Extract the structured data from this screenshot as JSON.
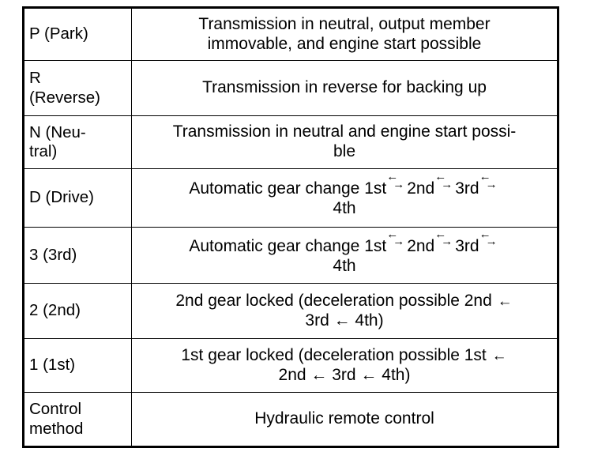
{
  "table": {
    "rows": [
      {
        "position": "P (Park)",
        "description_lines": [
          "Transmission in neutral, output member",
          "immovable, and engine start possible"
        ],
        "arrow_style": "none"
      },
      {
        "position_lines": [
          "R",
          "(Reverse)"
        ],
        "description_lines": [
          "Transmission in reverse for backing up"
        ],
        "arrow_style": "none"
      },
      {
        "position_lines": [
          "N (Neu-",
          "tral)"
        ],
        "description_lines": [
          "Transmission in neutral and engine start possi-",
          "ble"
        ],
        "arrow_style": "none"
      },
      {
        "position": "D (Drive)",
        "arrow_style": "bidirectional",
        "sequence_label": "Automatic gear change",
        "sequence": [
          "1st",
          "2nd",
          "3rd",
          "4th"
        ],
        "trailing_line": "4th"
      },
      {
        "position": "3 (3rd)",
        "arrow_style": "bidirectional",
        "sequence_label": "Automatic gear change",
        "sequence": [
          "1st",
          "2nd",
          "3rd",
          "4th"
        ],
        "trailing_line": "4th"
      },
      {
        "position": "2 (2nd)",
        "arrow_style": "left",
        "lock_prefix": "2nd gear locked (deceleration possible 2nd",
        "decel_sequence": [
          "2nd",
          "3rd",
          "4th"
        ],
        "trailing_line": "3rd ← 4th)"
      },
      {
        "position": "1 (1st)",
        "arrow_style": "left",
        "lock_prefix": "1st gear locked (deceleration possible 1st",
        "decel_sequence": [
          "1st",
          "2nd",
          "3rd",
          "4th"
        ],
        "trailing_line": "2nd ← 3rd ← 4th)"
      },
      {
        "position_lines": [
          "Control",
          "method"
        ],
        "description_lines": [
          "Hydraulic remote control"
        ],
        "arrow_style": "none"
      }
    ]
  },
  "glyphs": {
    "arrow_left": "←",
    "arrow_right": "→"
  },
  "colors": {
    "ink": "#000000",
    "paper": "#ffffff"
  }
}
